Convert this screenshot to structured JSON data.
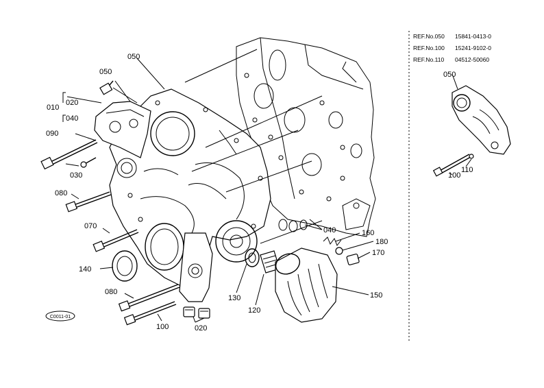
{
  "callouts": {
    "c050a": "050",
    "c050b": "050",
    "c010": "010",
    "c020a": "020",
    "c040a": "040",
    "c090": "090",
    "c030": "030",
    "c080a": "080",
    "c070": "070",
    "c140": "140",
    "c080b": "080",
    "c100": "100",
    "c020b": "020",
    "c130": "130",
    "c120": "120",
    "c150": "150",
    "c040b": "040",
    "c160": "160",
    "c180": "180",
    "c170": "170"
  },
  "diagram_code": "C0011-01",
  "ref_table": [
    {
      "ref": "REF.No.050",
      "part": "15841-0413-0"
    },
    {
      "ref": "REF.No.100",
      "part": "15241-9102-0"
    },
    {
      "ref": "REF.No.110",
      "part": "04512-50060"
    }
  ],
  "inset": {
    "c050": "050",
    "c110": "110",
    "c100": "100"
  }
}
